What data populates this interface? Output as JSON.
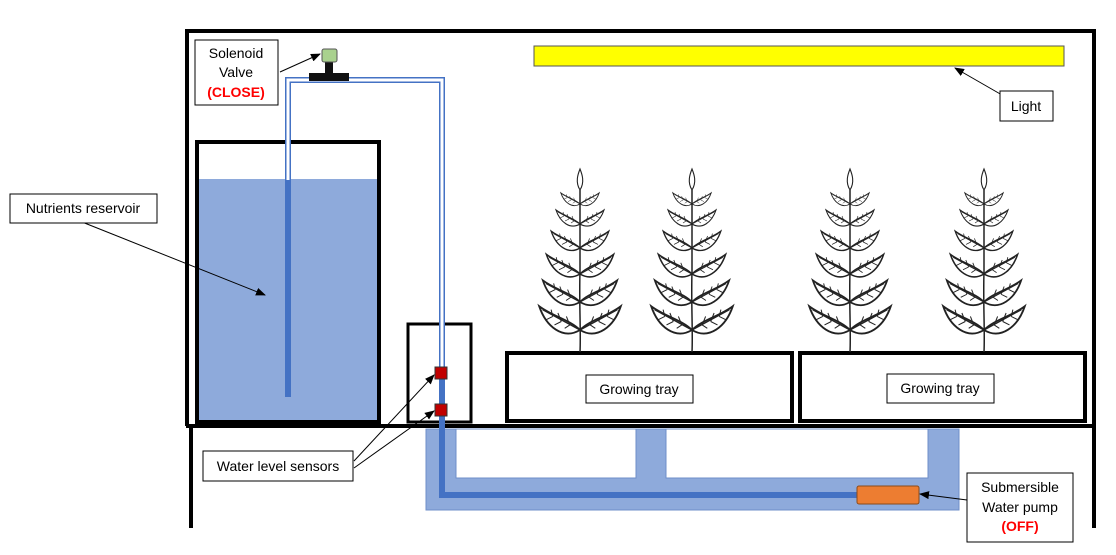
{
  "labels": {
    "solenoid_line1": "Solenoid",
    "solenoid_line2": "Valve",
    "solenoid_status": "(CLOSE)",
    "light": "Light",
    "nutrients_reservoir": "Nutrients reservoir",
    "growing_tray_left": "Growing tray",
    "growing_tray_right": "Growing tray",
    "water_level_sensors": "Water level sensors",
    "pump_line1": "Submersible",
    "pump_line2": "Water pump",
    "pump_status": "(OFF)"
  },
  "colors": {
    "water": "#8eaadb",
    "pipe": "#4472c4",
    "light": "#ffff00",
    "sensor": "#c00000",
    "pump": "#ed7d31",
    "valve": "#a9d18e",
    "status": "#ff0000"
  },
  "icons": [
    "plant-icon",
    "solenoid-valve-icon",
    "sensor-icon",
    "pump-icon"
  ]
}
